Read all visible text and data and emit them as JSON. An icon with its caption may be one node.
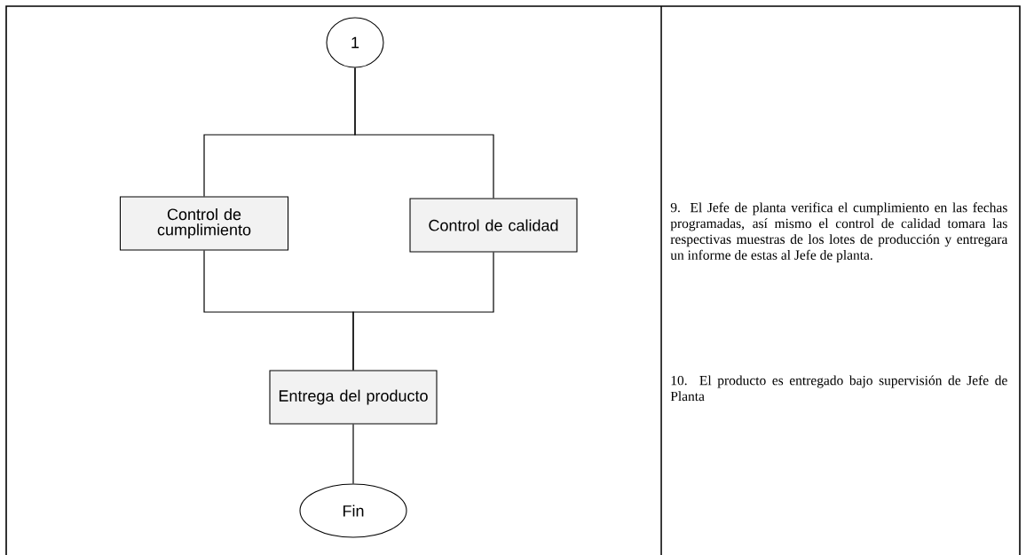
{
  "diagram": {
    "nodes": [
      {
        "text": [
          "1"
        ]
      },
      {
        "text": [
          "Control de cumplimiento"
        ]
      },
      {
        "text": [
          "Control de calidad"
        ]
      },
      {
        "text": [
          "Entrega del producto"
        ]
      },
      {
        "text": [
          "Fin"
        ]
      }
    ],
    "edges": [
      {
        "from": 0,
        "to": 1,
        "arrow": "none"
      },
      {
        "from": 0,
        "to": 2,
        "arrow": "none"
      },
      {
        "from": 1,
        "to": 3,
        "arrow": "none"
      },
      {
        "from": 2,
        "to": 3,
        "arrow": "none"
      },
      {
        "from": 3,
        "to": 4,
        "arrow": "none"
      }
    ],
    "labels": [
      "9. El Jefe de planta verifica el cumplimiento en las fechas programadas, así mismo el control de calidad tomara las respectivas muestras de los lotes de producción y entregara un informe de estas al Jefe de planta.",
      "10. El producto es entregado bajo supervisión de Jefe de Planta"
    ]
  }
}
